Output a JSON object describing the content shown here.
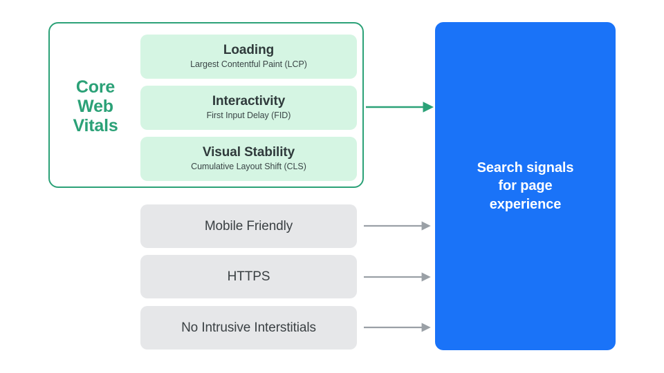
{
  "diagram": {
    "title": "Search signals for page experience",
    "background_color": "#ffffff",
    "colors": {
      "green_accent": "#2ba177",
      "green_card": "#d5f5e3",
      "grey_card": "#e6e7e9",
      "blue_panel": "#1a73f8",
      "arrow_grey": "#9aa0a6",
      "text_dark": "#3a4043",
      "text_white": "#ffffff"
    }
  },
  "core_web_vitals": {
    "label_lines": [
      "Core",
      "Web",
      "Vitals"
    ],
    "label_text": "Core Web Vitals",
    "metrics": [
      {
        "title": "Loading",
        "subtitle": "Largest Contentful Paint (LCP)",
        "abbreviation": "LCP"
      },
      {
        "title": "Interactivity",
        "subtitle": "First Input Delay (FID)",
        "abbreviation": "FID"
      },
      {
        "title": "Visual Stability",
        "subtitle": "Cumulative Layout Shift (CLS)",
        "abbreviation": "CLS"
      }
    ]
  },
  "other_signals": [
    {
      "label": "Mobile Friendly"
    },
    {
      "label": "HTTPS"
    },
    {
      "label": "No Intrusive Interstitials"
    }
  ],
  "destination": {
    "lines": [
      "Search signals",
      "for page",
      "experience"
    ],
    "text": "Search signals for page experience"
  },
  "connectors": [
    {
      "name": "core-web-vitals-arrow",
      "color": "#2ba177"
    },
    {
      "name": "mobile-friendly-arrow",
      "color": "#9aa0a6"
    },
    {
      "name": "https-arrow",
      "color": "#9aa0a6"
    },
    {
      "name": "no-intrusive-interstitials-arrow",
      "color": "#9aa0a6"
    }
  ]
}
